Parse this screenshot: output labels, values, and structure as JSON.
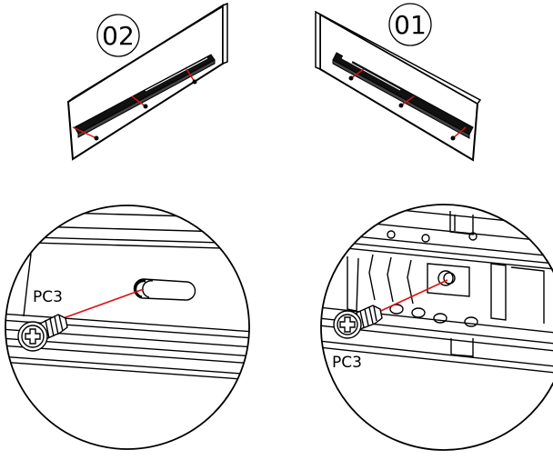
{
  "panels": {
    "left_label": "02",
    "right_label": "01"
  },
  "details": {
    "left_part_label": "PC3",
    "right_part_label": "PC3"
  },
  "colors": {
    "line": "#000000",
    "paper": "#ffffff",
    "guide": "#dd1111"
  }
}
